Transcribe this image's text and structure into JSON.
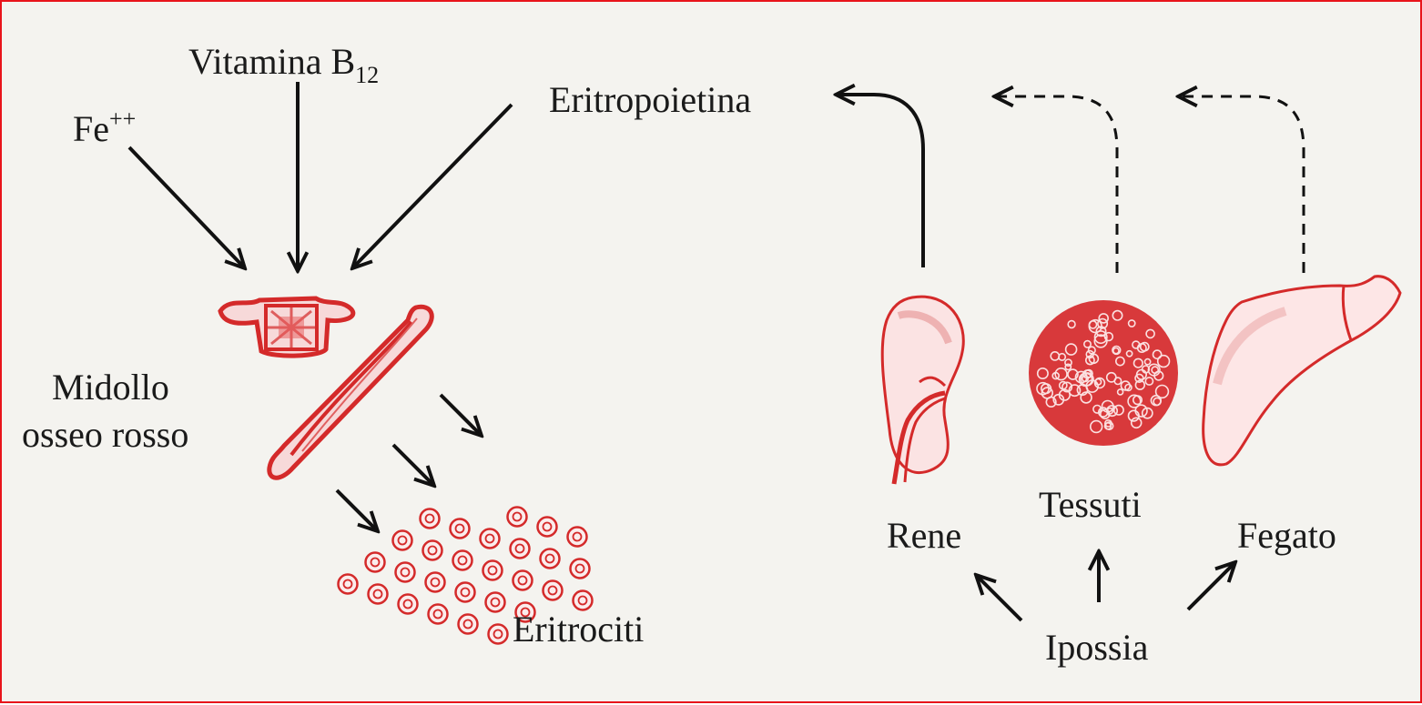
{
  "labels": {
    "iron": "Fe",
    "iron_charge": "++",
    "vitamin": "Vitamina B",
    "vitamin_subscript": "12",
    "hormone": "Eritropoietina",
    "marrow_line1": "Midollo",
    "marrow_line2": "osseo rosso",
    "cells": "Eritrociti",
    "kidney": "Rene",
    "tissues": "Tessuti",
    "liver": "Fegato",
    "hypoxia": "Ipossia"
  },
  "colors": {
    "frame": "#e8141b",
    "organ": "#d42a2a",
    "organ_fill": "#f3c4c4",
    "arrow": "#111111",
    "background": "#f4f3ef"
  }
}
